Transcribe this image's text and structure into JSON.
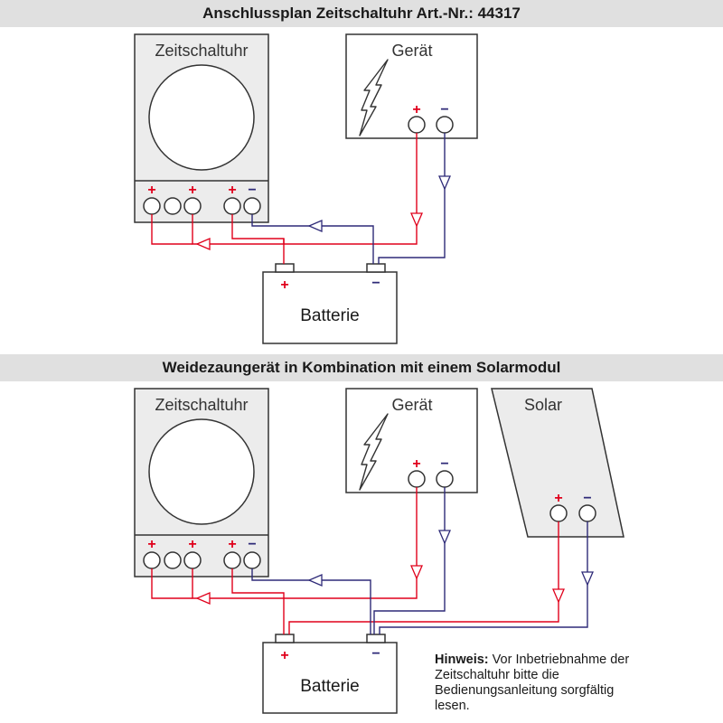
{
  "section1": {
    "title": "Anschlussplan Zeitschaltuhr Art.-Nr.: 44317"
  },
  "section2": {
    "title": "Weidezaungerät in Kombination mit einem Solarmodul"
  },
  "timer_label": "Zeitschaltuhr",
  "device_label": "Gerät",
  "solar_label": "Solar",
  "battery_label": "Batterie",
  "plus_sign": "+",
  "minus_sign": "−",
  "note": {
    "heading": "Hinweis:",
    "text": "Vor Inbetriebnahme der Zeitschaltuhr bitte die Bedienungsanleitung sorgfältig lesen."
  },
  "colors": {
    "positive": "#e0001b",
    "negative": "#2e2a78",
    "outline": "#333333",
    "panel": "#ececec",
    "header": "#e0e0e0"
  }
}
